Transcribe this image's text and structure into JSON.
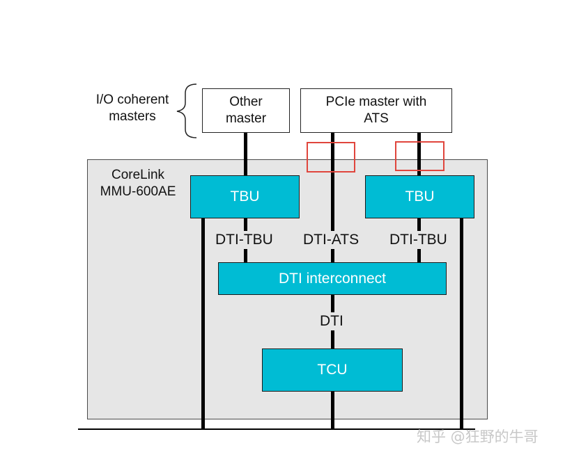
{
  "io_label": "I/O coherent\nmasters",
  "other_master": "Other\nmaster",
  "pcie_master": "PCIe master with\nATS",
  "corelink_label": "CoreLink\nMMU-600AE",
  "tbu_left": "TBU",
  "tbu_right": "TBU",
  "dti_tbu_left": "DTI-TBU",
  "dti_ats": "DTI-ATS",
  "dti_tbu_right": "DTI-TBU",
  "dti_interconnect": "DTI interconnect",
  "dti": "DTI",
  "tcu": "TCU",
  "watermark": "知乎 @狂野的牛哥",
  "colors": {
    "block": "#00bcd4",
    "highlight": "#e0453c",
    "panel": "#e6e6e6"
  }
}
